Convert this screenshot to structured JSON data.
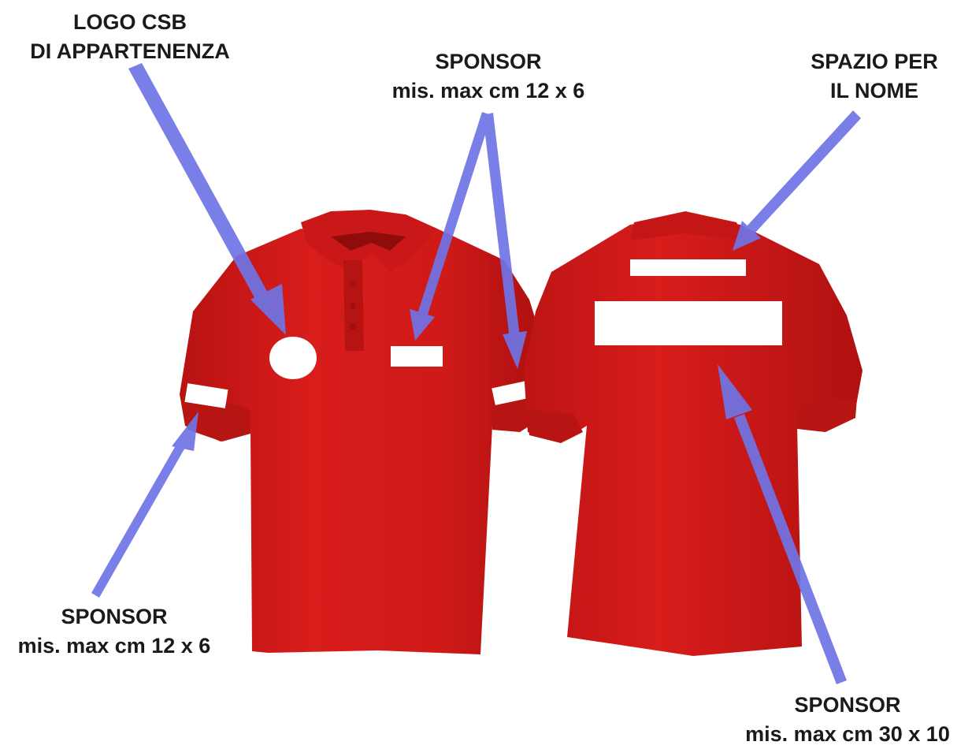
{
  "colors": {
    "shirt": "#d41a1a",
    "shirt_shadow": "#a80f0f",
    "shirt_highlight": "#e8302a",
    "placeholder": "#ffffff",
    "arrow": "#6f74e6",
    "text": "#1a1a1a"
  },
  "labels": {
    "logo": {
      "line1": "LOGO CSB",
      "line2": "DI APPARTENENZA"
    },
    "sponsor_chest": {
      "line1": "SPONSOR",
      "line2": "mis. max cm 12 x 6"
    },
    "name_space": {
      "line1": "SPAZIO PER",
      "line2": "IL NOME"
    },
    "sponsor_sleeve": {
      "line1": "SPONSOR",
      "line2": "mis. max cm 12 x 6"
    },
    "sponsor_back": {
      "line1": "SPONSOR",
      "line2": "mis. max cm 30 x 10"
    }
  },
  "views": [
    "front-polo-shirt",
    "back-polo-shirt"
  ],
  "icons": [
    "arrow-icon"
  ]
}
